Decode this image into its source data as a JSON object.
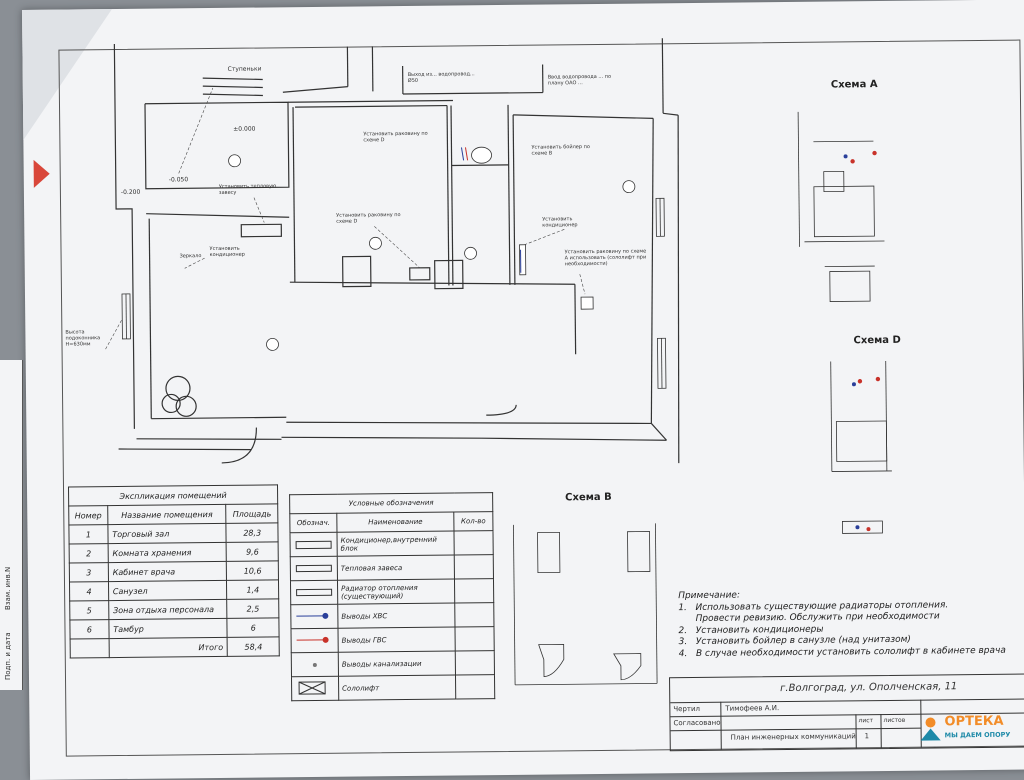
{
  "plan": {
    "labels": {
      "stairs": "Ступеньки",
      "lvl1": "±0.000",
      "lvl2": "-0.050",
      "lvl3": "-0.200",
      "heat_curtain": "Установить тепловую завесу",
      "mirror": "Зеркало",
      "conditioner1": "Установить кондиционер",
      "conditioner2": "Установить кондиционер",
      "sink_d_top": "Установить раковину по схеме D",
      "sink_d_mid": "Установить раковину по схеме D",
      "boiler": "Установить бойлер по схеме В",
      "sink_a": "Установить раковину по схеме А использовать (сололифт при необходимости)",
      "window_height": "Высота подоконника H=630мм",
      "canal_top": "Выход из... водопровод... Ø50",
      "canal_right": "Ввод водопровода ... по плану ОАО ..."
    }
  },
  "scheme_a": {
    "title": "Схема А"
  },
  "scheme_d": {
    "title": "Схема D"
  },
  "scheme_b": {
    "title": "Схема В"
  },
  "explication": {
    "title": "Экспликация помещений",
    "headers": [
      "Номер",
      "Название помещения",
      "Площадь"
    ],
    "rows": [
      {
        "num": "1",
        "name": "Торговый зал",
        "area": "28,3"
      },
      {
        "num": "2",
        "name": "Комната хранения",
        "area": "9,6"
      },
      {
        "num": "3",
        "name": "Кабинет врача",
        "area": "10,6"
      },
      {
        "num": "4",
        "name": "Санузел",
        "area": "1,4"
      },
      {
        "num": "5",
        "name": "Зона отдыха персонала",
        "area": "2,5"
      },
      {
        "num": "6",
        "name": "Тамбур",
        "area": "6"
      }
    ],
    "total_label": "Итого",
    "total_value": "58,4"
  },
  "legend": {
    "title": "Условные обозначения",
    "headers": [
      "Обознач.",
      "Наименование",
      "Кол-во"
    ],
    "rows": [
      {
        "name": "Кондиционер,внутренний блок"
      },
      {
        "name": "Тепловая завеса"
      },
      {
        "name": "Радиатор отопления (существующий)"
      },
      {
        "name": "Выводы ХВС"
      },
      {
        "name": "Выводы ГВС"
      },
      {
        "name": "Выводы канализации"
      },
      {
        "name": "Сололифт"
      }
    ]
  },
  "notes": {
    "title": "Примечание:",
    "items": [
      "1.   Использовать существующие радиаторы отопления.",
      "      Провести ревизию. Обслужить при необходимости",
      "2.   Установить кондиционеры",
      "3.   Установить бойлер в санузле (над унитазом)",
      "4.   В случае необходимости установить сололифт в кабинете врача"
    ]
  },
  "stamp": {
    "address": "г.Волгоград, ул. Ополченская, 11",
    "drawn_label": "Чертил",
    "drawn_name": "Тимофеев А.И.",
    "approved_label": "Согласовано",
    "sheet_label": "лист",
    "sheets_label": "листов",
    "sheet_value": "1",
    "doc_title": "План инженерных коммуникаций"
  },
  "logo": {
    "name": "ОРТЕКА",
    "slogan": "МЫ ДАЕМ ОПОРУ",
    "color_orange": "#f28c28",
    "color_teal": "#1e8aa8"
  },
  "side": {
    "t1": "Взам. инв.N",
    "t2": "Подп. и дата"
  },
  "colors": {
    "cold_water": "#2a3f9a",
    "hot_water": "#c8322a",
    "marker": "#d9473a"
  }
}
